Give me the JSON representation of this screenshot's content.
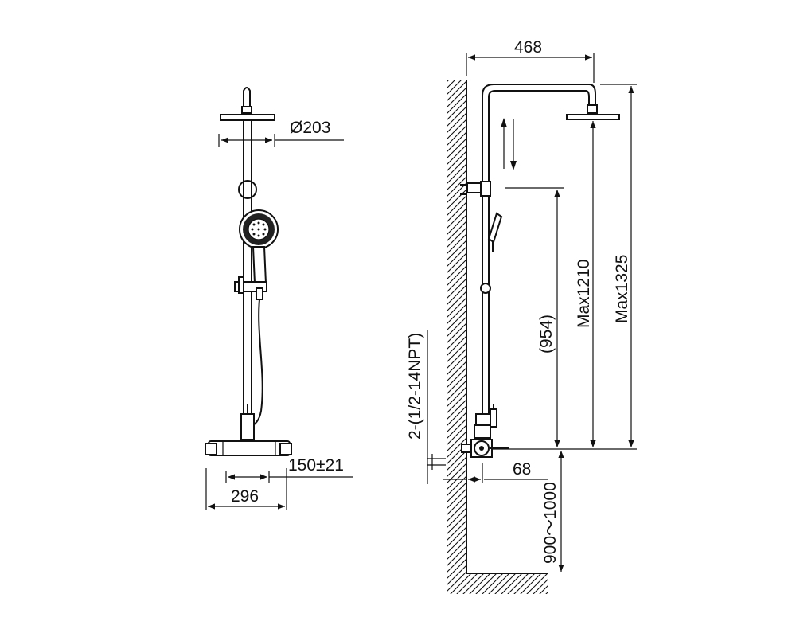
{
  "dimensions": {
    "head_diameter": "Ø203",
    "mixer_spacing": "150±21",
    "mixer_width": "296",
    "arm_length": "468",
    "max_height_1325": "Max1325",
    "max_height_1210": "Max1210",
    "slide_height": "(954)",
    "inlet_thread": "2-(1/2-14NPT)",
    "wall_offset": "68",
    "install_height": "900～1000"
  }
}
